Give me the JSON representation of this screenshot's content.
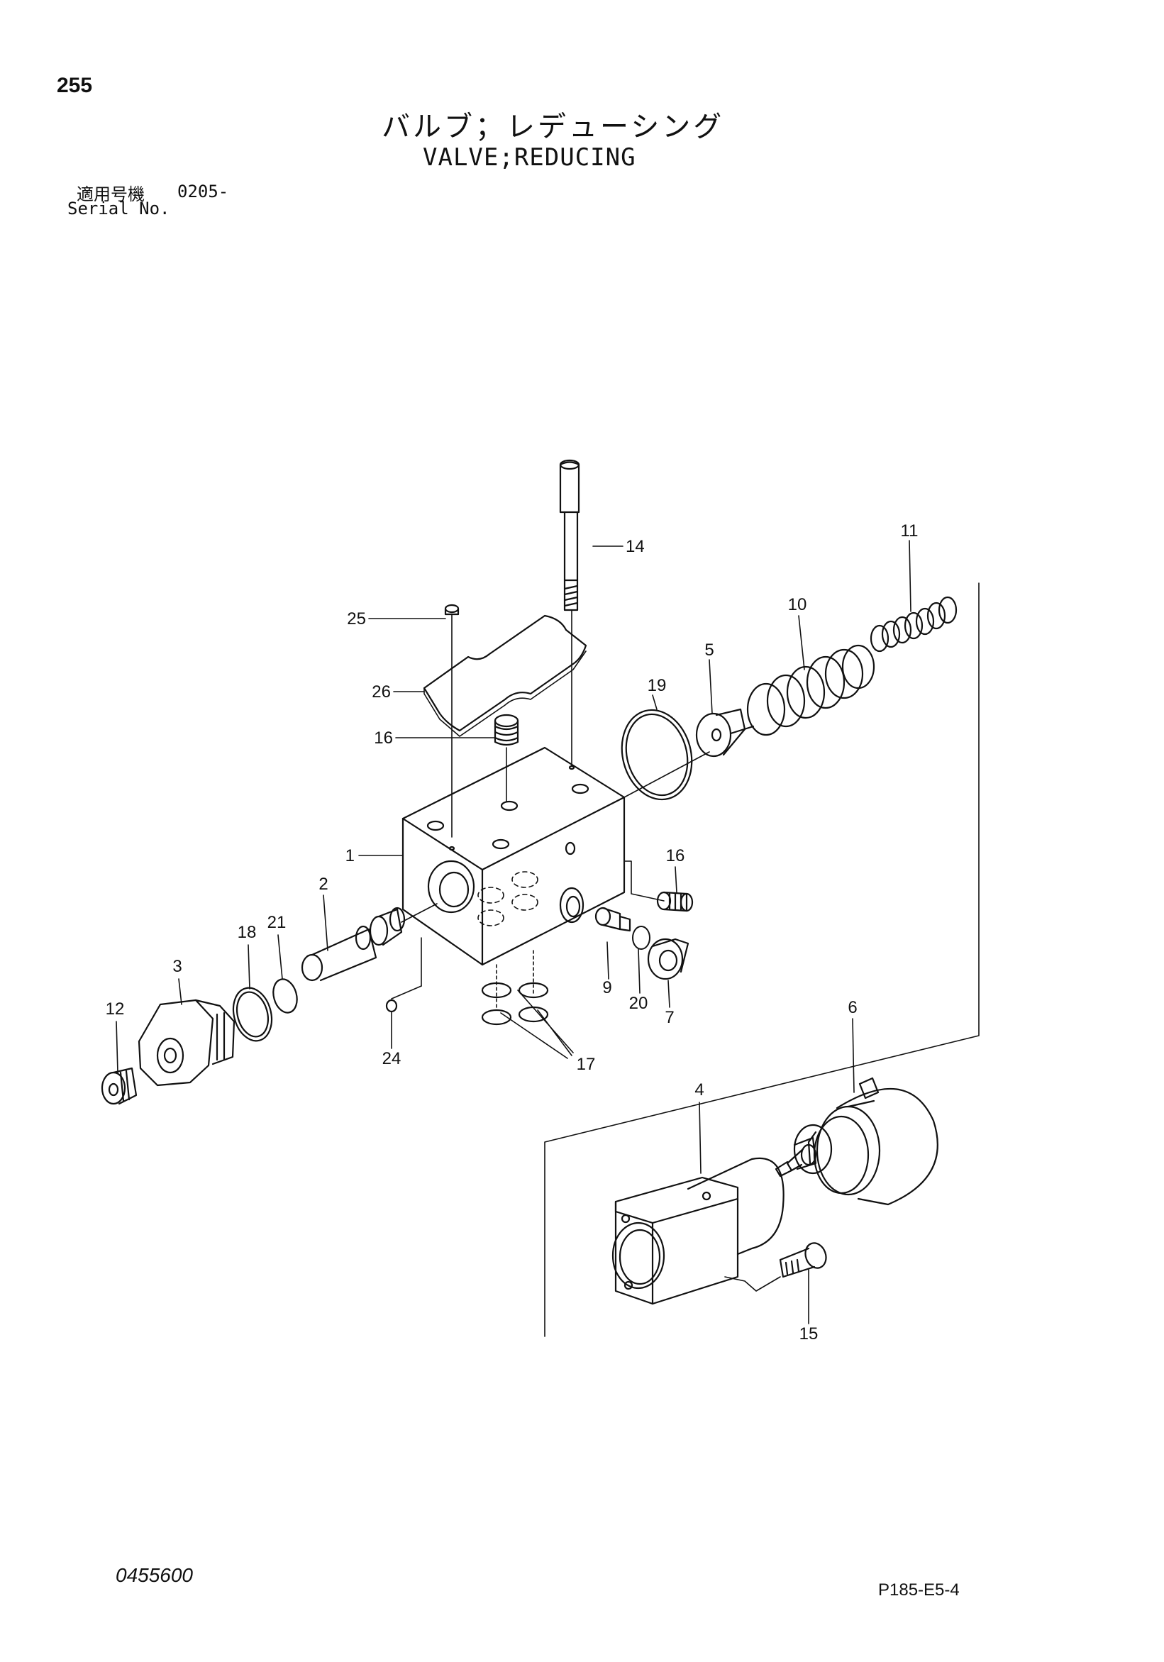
{
  "header": {
    "page_number": "255",
    "title_jp": "バルブ；レデューシング",
    "title_en": "VALVE;REDUCING",
    "serial_label_jp": "適用号機",
    "serial_value": "0205-",
    "serial_label_en": "Serial No."
  },
  "callouts": {
    "p1": "1",
    "p2": "2",
    "p3": "3",
    "p4": "4",
    "p5": "5",
    "p6": "6",
    "p7": "7",
    "p9": "9",
    "p10": "10",
    "p11": "11",
    "p12": "12",
    "p14": "14",
    "p15": "15",
    "p16a": "16",
    "p16b": "16",
    "p17": "17",
    "p18": "18",
    "p19": "19",
    "p20": "20",
    "p21": "21",
    "p24": "24",
    "p25": "25",
    "p26": "26"
  },
  "footer": {
    "doc_number": "0455600",
    "page_code": "P185-E5-4"
  }
}
